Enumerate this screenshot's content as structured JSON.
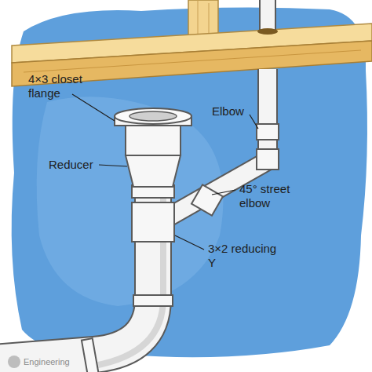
{
  "diagram": {
    "labels": [
      "4×3 closet flange",
      "Reducer",
      "Elbow",
      "45° street elbow",
      "3×2 reducing Y",
      "Engineering"
    ]
  }
}
